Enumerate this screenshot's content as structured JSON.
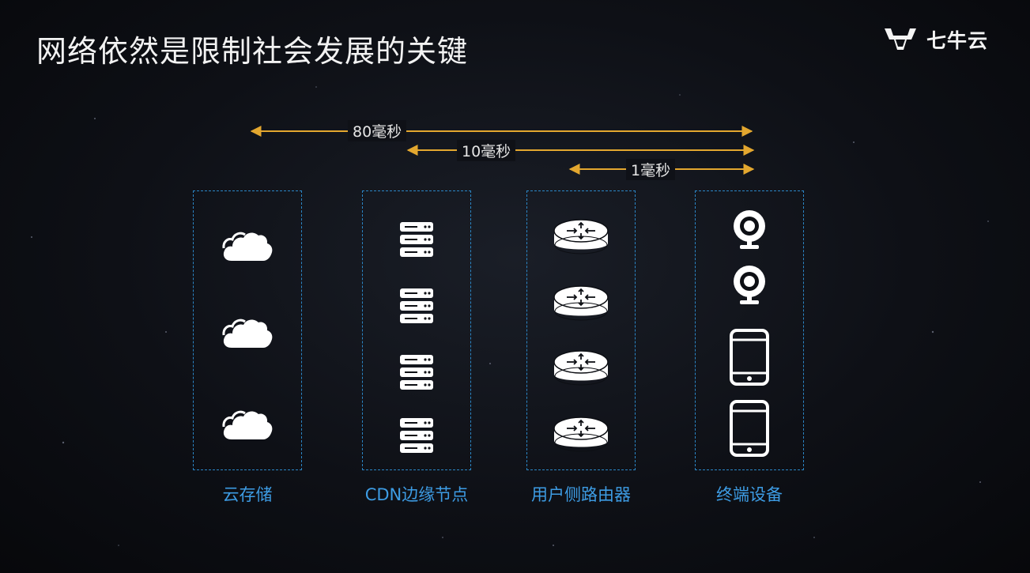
{
  "title": "网络依然是限制社会发展的关键",
  "logo": {
    "text": "七牛云",
    "icon": "qiniu-bull-logo-icon"
  },
  "latencies": [
    {
      "label": "80毫秒",
      "from": "cloud-storage",
      "to": "terminal-devices"
    },
    {
      "label": "10毫秒",
      "from": "cdn-edge-nodes",
      "to": "terminal-devices"
    },
    {
      "label": "1毫秒",
      "from": "user-side-routers",
      "to": "terminal-devices"
    }
  ],
  "columns": [
    {
      "label": "云存储",
      "icon": "cloud-icon",
      "count": 3
    },
    {
      "label": "CDN边缘节点",
      "icon": "server-icon",
      "count": 4
    },
    {
      "label": "用户侧路由器",
      "icon": "router-icon",
      "count": 4
    },
    {
      "label": "终端设备",
      "icons": [
        "webcam-icon",
        "webcam-icon",
        "tablet-icon",
        "tablet-icon"
      ]
    }
  ],
  "colors": {
    "arrow": "#e3a72f",
    "border": "#2b86c6",
    "label": "#3d9ce4",
    "title": "#f2f2f2"
  }
}
